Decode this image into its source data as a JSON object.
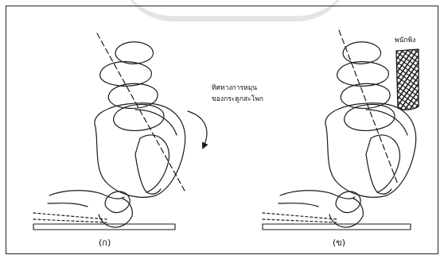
{
  "figure": {
    "left_panel": {
      "label": "(ก)",
      "annotation_line1": "ทิศทางการหมุน",
      "annotation_line2": "ของกระดูกสะโพก"
    },
    "right_panel": {
      "label": "(ข)",
      "annotation": "พนักพิง"
    }
  },
  "colors": {
    "ink": "#1a1a1a",
    "frame": "#222222",
    "top_arc": "#e4e4e4"
  }
}
